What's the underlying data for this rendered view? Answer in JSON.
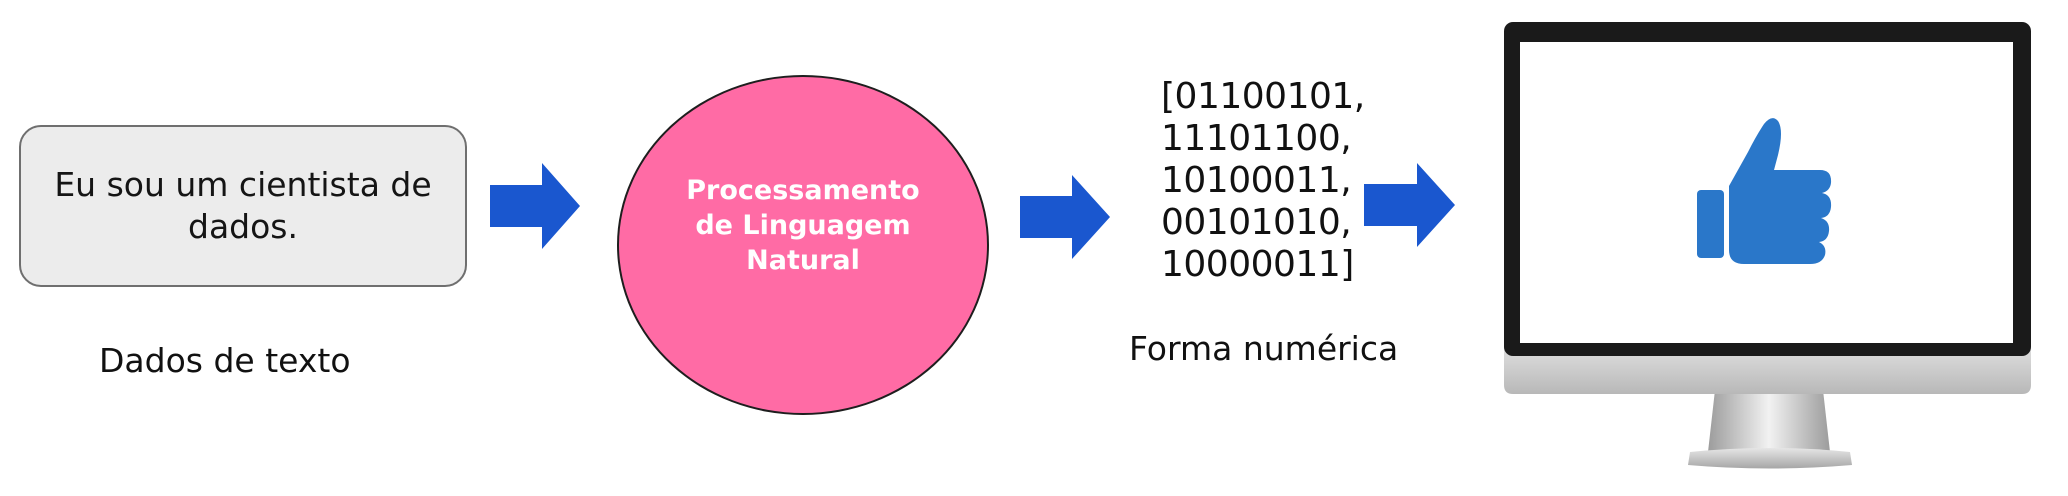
{
  "input_text": "Eu sou um cientista de dados.",
  "input_caption": "Dados de texto",
  "process_label": "Processamento de Linguagem Natural",
  "numeric_values": [
    "[01100101,",
    "11101100,",
    "10100011,",
    "00101010,",
    "10000011]"
  ],
  "numeric_caption": "Forma numérica",
  "output_icon": "thumbs-up-icon",
  "colors": {
    "arrow": "#1a57cf",
    "circle": "#ff6ba5",
    "text_box_bg": "#ececec",
    "thumb": "#2a77c9"
  }
}
